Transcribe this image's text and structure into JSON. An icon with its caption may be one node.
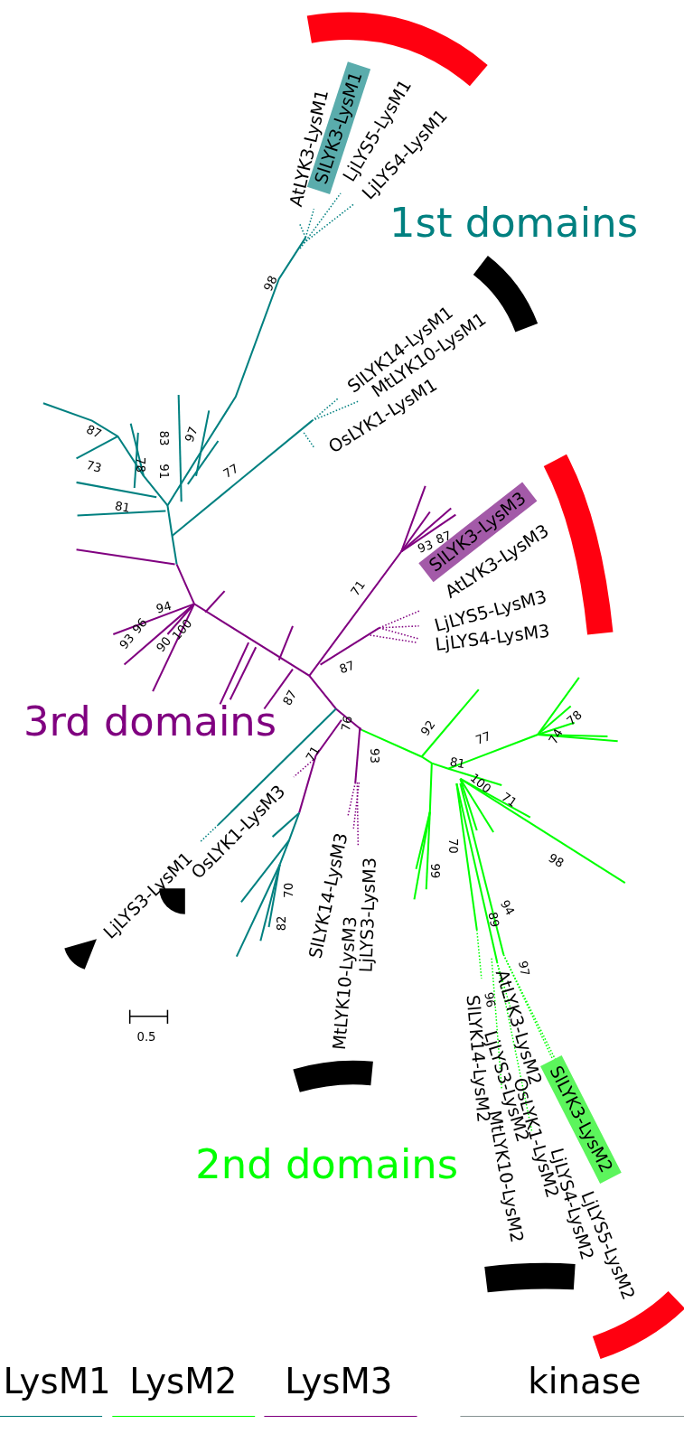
{
  "diagram": {
    "nodes": [
      {
        "text": [
          "SlLYK3-LysM1"
        ]
      },
      {
        "text": [
          "SlLYK3-LysM3"
        ]
      },
      {
        "text": [
          "SlLYK3-LysM2"
        ]
      }
    ],
    "labels": [
      "AtLYK3-LysM1",
      "LjLYS5-LysM1",
      "LjLYS4-LysM1",
      "1st domains",
      "98",
      "SlLYK14-LysM1",
      "MtLYK10-LysM1",
      "OsLYK1-LysM1",
      "87",
      "73",
      "78",
      "83",
      "91",
      "97",
      "77",
      "81",
      "93",
      "87",
      "AtLYK3-LysM3",
      "71",
      "LjLYS5-LysM3",
      "94",
      "93",
      "96",
      "100",
      "90",
      "LjLYS4-LysM3",
      "87",
      "87",
      "3rd domains",
      "76",
      "92",
      "77",
      "78",
      "74",
      "71",
      "93",
      "81",
      "100",
      "71",
      "OsLYK1-LysM3",
      "70",
      "98",
      "99",
      "LjLYS3-LysM1",
      "82",
      "70",
      "SlLYK14-LysM3",
      "LjLYS3-LysM3",
      "89",
      "94",
      "97",
      "MtLYK10-LysM3",
      "96",
      "AtLYK3-LysM2",
      "0.5",
      "SlLYK14-LysM2",
      "LjLYS3-LysM2",
      "OsLYK1-LysM2",
      "2nd domains",
      "MtLYK10-LysM2",
      "LjLYS4-LysM2",
      "LjLYS5-LysM2"
    ],
    "legend": [
      {
        "text": "LysM1",
        "color": "#007b7b"
      },
      {
        "text": "LysM2",
        "color": "#00ff00"
      },
      {
        "text": "LysM3",
        "color": "#7f007f"
      },
      {
        "text": "kinase",
        "color": "#889494"
      }
    ]
  }
}
